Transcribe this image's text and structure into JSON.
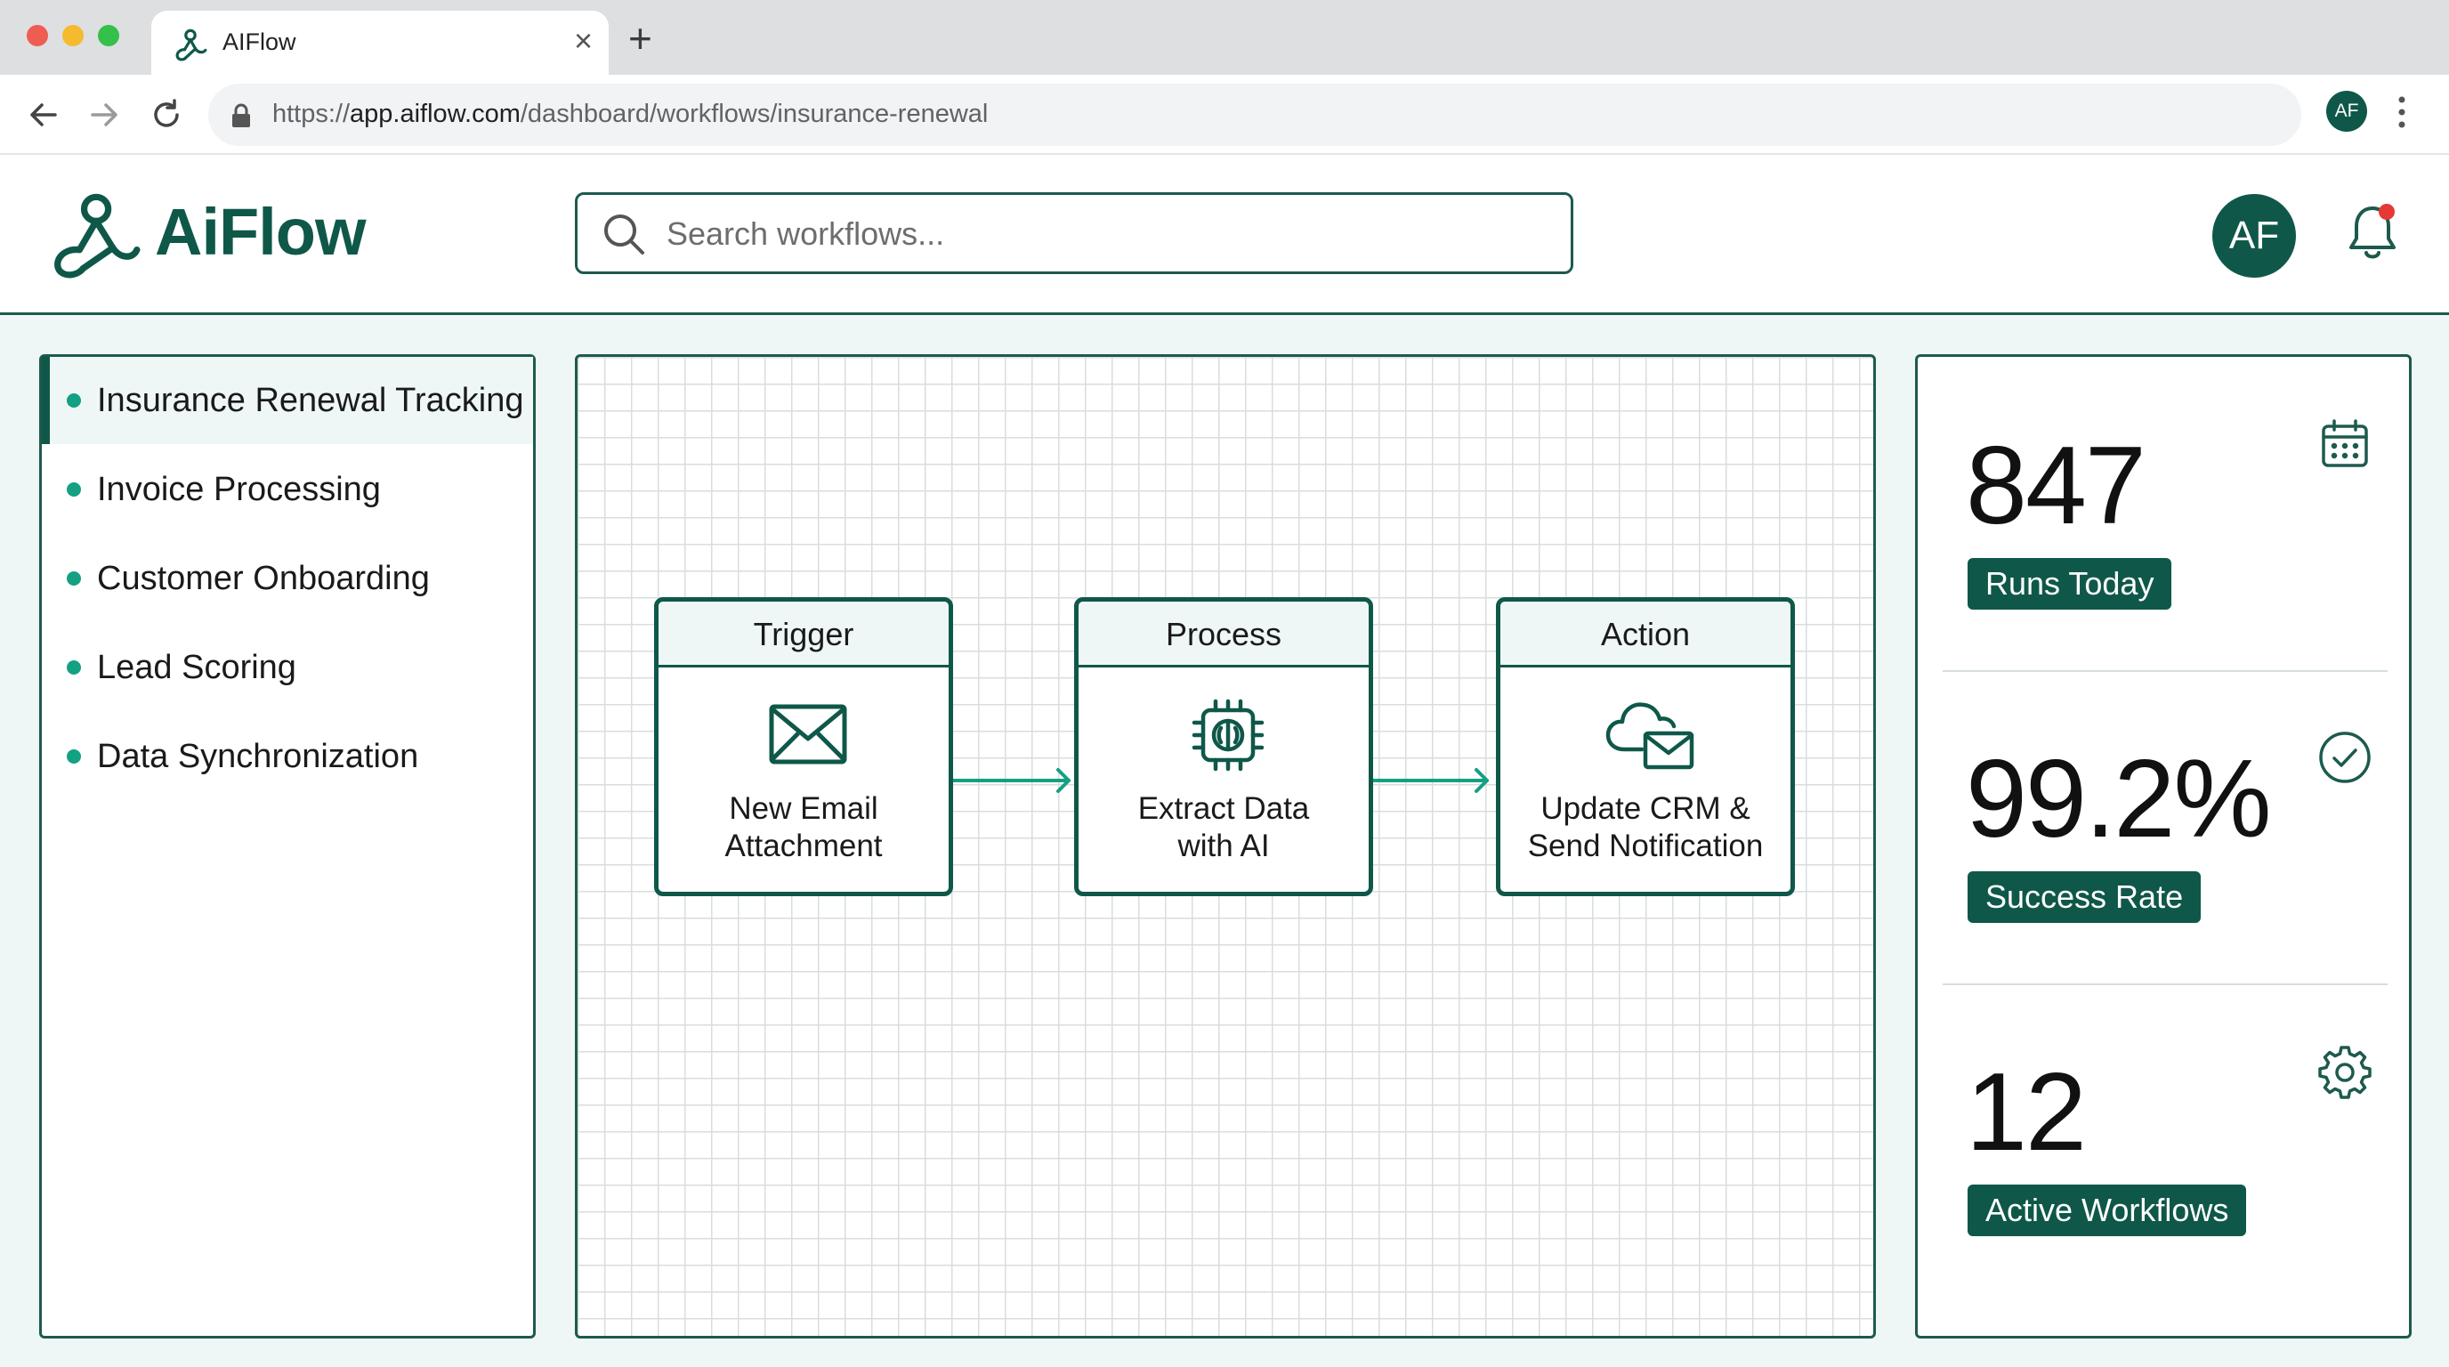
{
  "browser": {
    "tab_title": "AIFlow",
    "url_scheme": "https://",
    "url_host": "app.aiflow.com",
    "url_path": "/dashboard/workflows/insurance-renewal",
    "profile_initials": "AF",
    "icons": [
      "back-icon",
      "forward-icon",
      "reload-icon",
      "lock-icon",
      "close-icon",
      "plus-icon",
      "kebab-menu-icon"
    ]
  },
  "header": {
    "logo_text": "AiFlow",
    "search_placeholder": "Search workflows...",
    "avatar_initials": "AF",
    "notification_icon": "bell-icon",
    "has_unread_notification": true
  },
  "sidebar": {
    "items": [
      {
        "label": "Insurance Renewal Tracking",
        "active": true
      },
      {
        "label": "Invoice Processing",
        "active": false
      },
      {
        "label": "Customer Onboarding",
        "active": false
      },
      {
        "label": "Lead Scoring",
        "active": false
      },
      {
        "label": "Data Synchronization",
        "active": false
      }
    ]
  },
  "workflow": {
    "nodes": [
      {
        "stage": "Trigger",
        "text": "New Email\nAttachment",
        "icon": "envelope-icon"
      },
      {
        "stage": "Process",
        "text": "Extract Data\nwith AI",
        "icon": "ai-chip-icon"
      },
      {
        "stage": "Action",
        "text": "Update CRM &\nSend Notification",
        "icon": "cloud-mail-icon"
      }
    ]
  },
  "stats": [
    {
      "value": "847",
      "label": "Runs Today",
      "icon": "calendar-icon"
    },
    {
      "value": "99.2%",
      "label": "Success Rate",
      "icon": "check-circle-icon"
    },
    {
      "value": "12",
      "label": "Active Workflows",
      "icon": "gear-icon"
    }
  ],
  "colors": {
    "brand": "#0f5849",
    "accent": "#14a083",
    "panel_border": "#1d5a4e",
    "main_background": "#eef7f6",
    "notification_dot": "#e53935"
  }
}
